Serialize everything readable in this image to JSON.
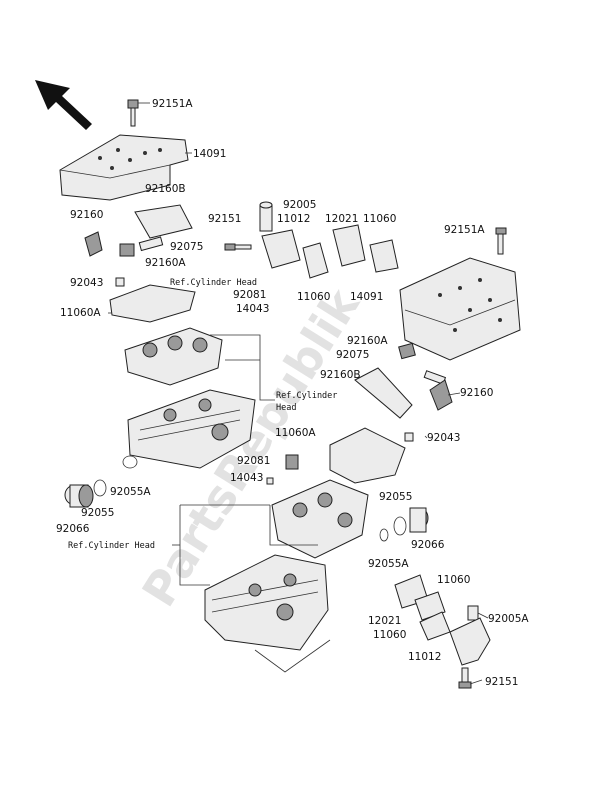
{
  "watermark": {
    "text": "PartsRepublik"
  },
  "direction_arrow": {
    "icon": "front-direction-arrow-icon"
  },
  "labels": {
    "l_92151A_top": "92151A",
    "l_14091_left": "14091",
    "l_92160B_left": "92160B",
    "l_92160_left": "92160",
    "l_92075_left": "92075",
    "l_92160A_left": "92160A",
    "l_92043_left": "92043",
    "l_11060A_left": "11060A",
    "l_92151_mid": "92151",
    "l_92005": "92005",
    "l_11012_top": "11012",
    "l_12021_top": "12021",
    "l_11060_top": "11060",
    "l_11060_mid": "11060",
    "l_14091_right": "14091",
    "l_92081_left": "92081",
    "l_14043_left": "14043",
    "l_92151A_right": "92151A",
    "l_92160A_right": "92160A",
    "l_92075_right": "92075",
    "l_92160B_right": "92160B",
    "l_92160_right": "92160",
    "l_11060A_right": "11060A",
    "l_92043_right": "92043",
    "l_92081_right": "92081",
    "l_14043_right": "14043",
    "l_92055_mid": "92055",
    "l_92055A_left": "92055A",
    "l_92055_left": "92055",
    "l_92066_left": "92066",
    "l_92066_right": "92066",
    "l_92055A_right": "92055A",
    "l_11060_bot1": "11060",
    "l_12021_bot": "12021",
    "l_92005A": "92005A",
    "l_11060_bot2": "11060",
    "l_11012_bot": "11012",
    "l_92151_bot": "92151"
  },
  "refs": {
    "ref1_line1": "Ref.Cylinder Head",
    "ref2_line1": "Ref.Cylinder",
    "ref2_line2": "Head",
    "ref3_line1": "Ref.Cylinder Head"
  }
}
